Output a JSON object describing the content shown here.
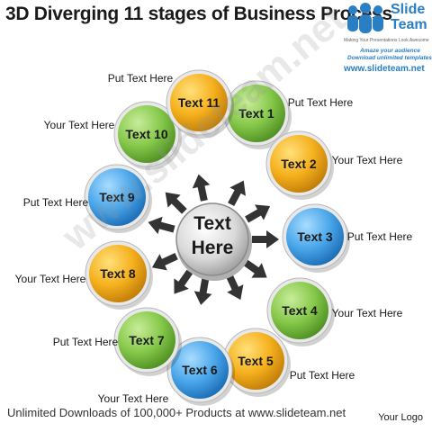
{
  "title": "3D Diverging 11 stages of Business Process",
  "logo": {
    "name_line1": "Slide",
    "name_line2": "Team",
    "tagline": "Making Your Presentations Look Awesome",
    "amaze": "Amaze your audience",
    "download": "Download unlimited templates",
    "url": "www.slideteam.net"
  },
  "center": {
    "line1": "Text",
    "line2": "Here"
  },
  "nodes": [
    {
      "label": "Text 1",
      "color": "green"
    },
    {
      "label": "Text 2",
      "color": "orange"
    },
    {
      "label": "Text 3",
      "color": "blue"
    },
    {
      "label": "Text 4",
      "color": "green"
    },
    {
      "label": "Text 5",
      "color": "orange"
    },
    {
      "label": "Text 6",
      "color": "blue"
    },
    {
      "label": "Text 7",
      "color": "green"
    },
    {
      "label": "Text 8",
      "color": "orange"
    },
    {
      "label": "Text 9",
      "color": "blue"
    },
    {
      "label": "Text 10",
      "color": "green"
    },
    {
      "label": "Text 11",
      "color": "orange"
    }
  ],
  "external_labels": [
    "Put Text Here",
    "Your Text Here",
    "Put Text Here",
    "Your Text Here",
    "Put Text Here",
    "Your Text Here",
    "Put Text Here",
    "Your Text Here",
    "Put Text Here",
    "Your Text Here",
    "Put Text Here"
  ],
  "colors": {
    "green": "#7cc242",
    "orange": "#f5b01d",
    "blue": "#3f9ee6",
    "center": "#c9c9c9",
    "arrow": "#333333"
  },
  "watermark": "www.slideteam.net",
  "footer": "Unlimited Downloads of 100,000+ Products at www.slideteam.net",
  "your_logo": "Your Logo"
}
